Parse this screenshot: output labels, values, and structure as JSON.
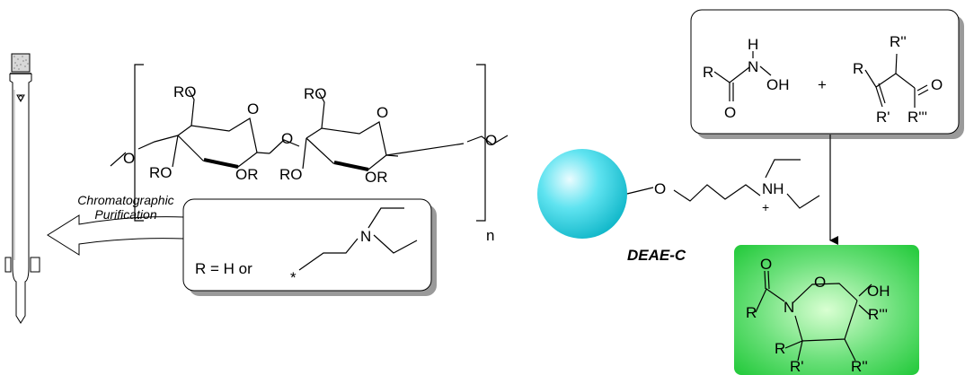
{
  "labels": {
    "cellulose": {
      "ro_top_left": "RO",
      "ro_top_right": "RO",
      "o_ring_left": "O",
      "o_ring_right": "O",
      "o_bridge": "O",
      "o_left_end": "O",
      "o_right_end": "O",
      "ro_bottom_left": "RO",
      "or_bottom_left": "OR",
      "ro_bottom_right": "RO",
      "or_bottom_right": "OR",
      "subscript_n": "n"
    },
    "column_caption_line1": "Chromatographic",
    "column_caption_line2": "Purification",
    "r_definition": {
      "text": "R = H or",
      "star": "*",
      "n_atom": "N"
    },
    "bead": {
      "o_atom": "O",
      "n_atom": "NH",
      "plus": "+",
      "name": "DEAE-C"
    },
    "reactants": {
      "r": "R",
      "h": "H",
      "n": "N",
      "oh": "OH",
      "o": "O",
      "plus": "+",
      "r2": "R",
      "r_double_prime": "R''",
      "r_prime": "R'",
      "r_triple_prime": "R'''",
      "o2": "O"
    },
    "product": {
      "o_top": "O",
      "r": "R",
      "n": "N",
      "o_ring": "O",
      "oh": "OH",
      "r_triple_prime": "R'''",
      "r_left": "R",
      "r_prime": "R'",
      "r_double_prime": "R''"
    }
  },
  "colors": {
    "bead_light": "#eafcff",
    "bead_mid": "#5fe3f0",
    "bead_dark": "#0fb6c8",
    "product_light": "#d9ffd2",
    "product_mid": "#6be07a",
    "product_dark": "#22c93a",
    "line": "#000000",
    "box_shadow": "#9a9a9a"
  }
}
